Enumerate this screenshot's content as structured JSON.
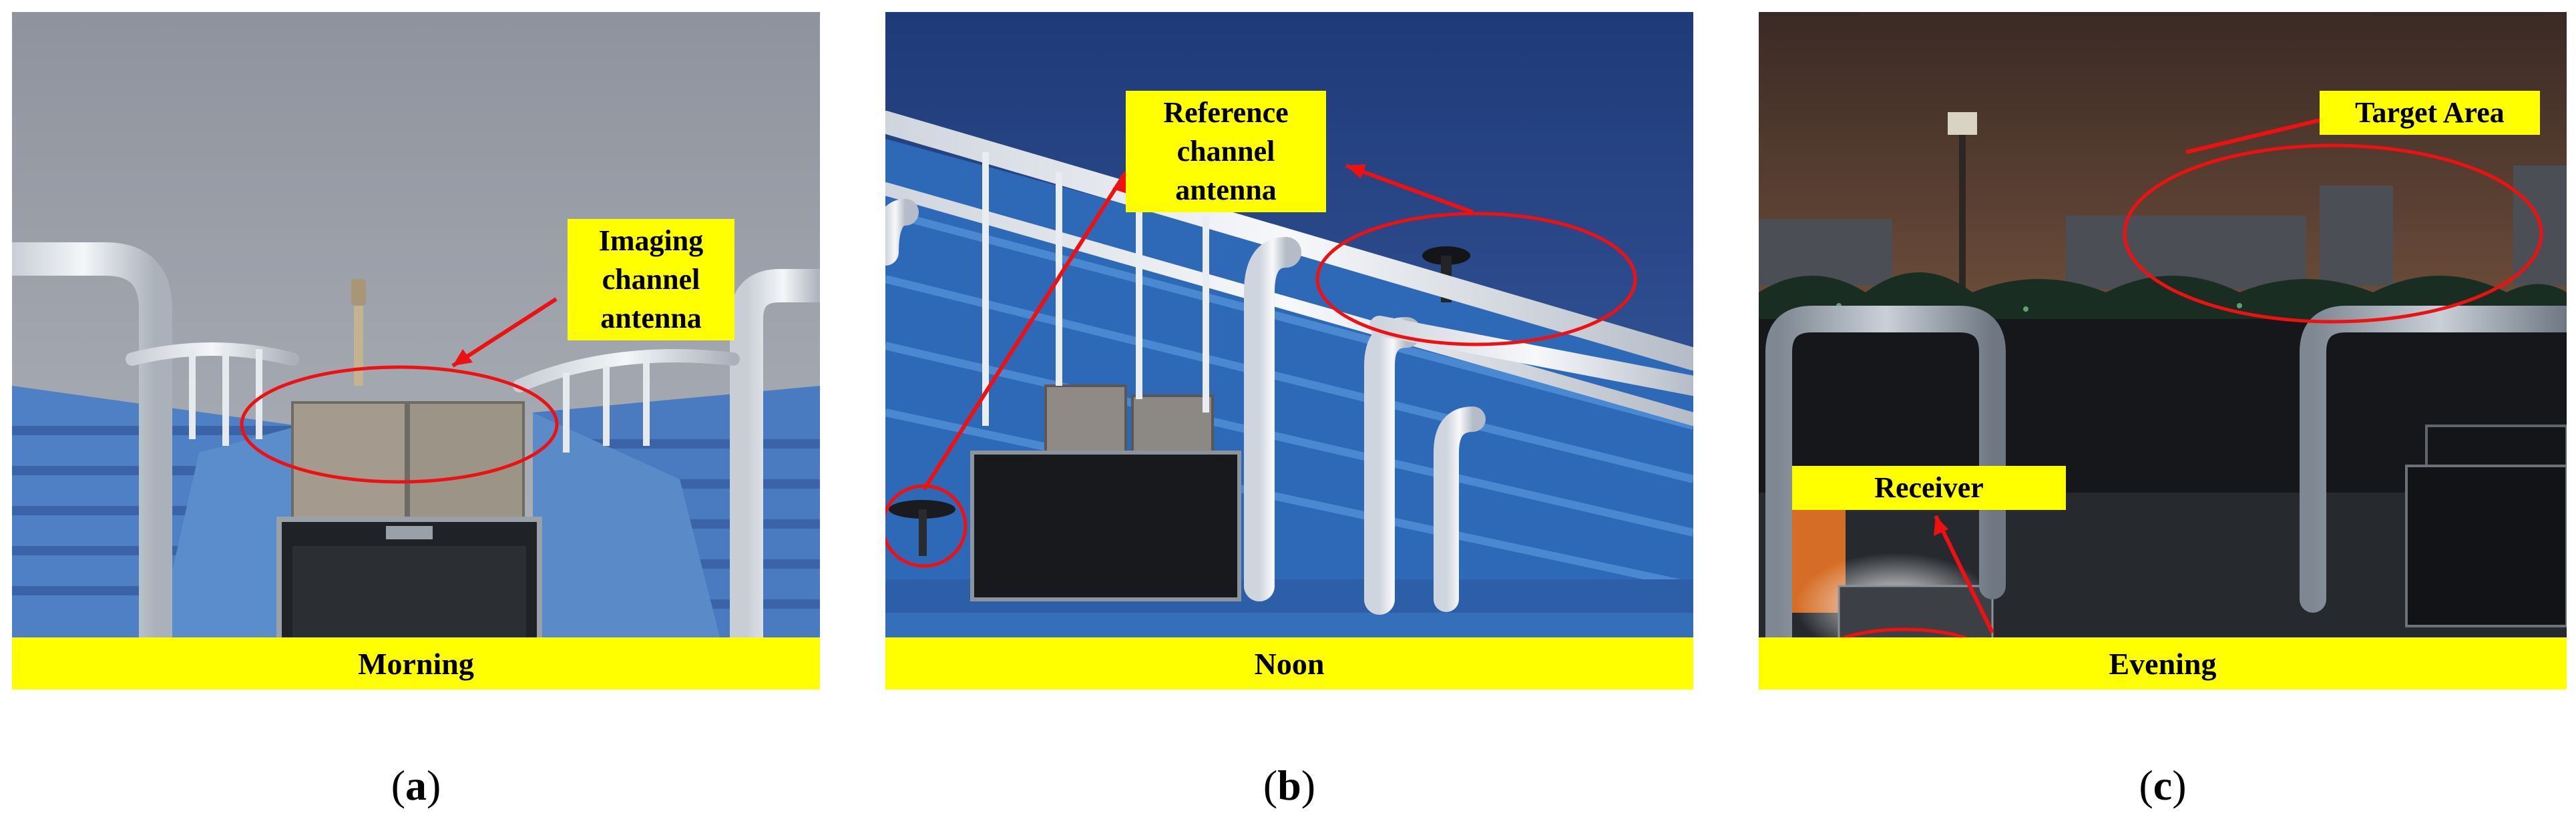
{
  "panels": [
    {
      "id": "a",
      "bar_label": "Morning",
      "annotation_lines": [
        "Imaging",
        "channel",
        "antenna"
      ],
      "caption_letter": "a"
    },
    {
      "id": "b",
      "bar_label": "Noon",
      "annotation_lines": [
        "Reference",
        "channel",
        "antenna"
      ],
      "caption_letter": "b"
    },
    {
      "id": "c",
      "bar_label": "Evening",
      "annotation_target": "Target Area",
      "annotation_receiver": "Receiver",
      "caption_letter": "c"
    }
  ],
  "colors": {
    "label_fill": "#ffff00",
    "annotation_red": "#ee1111"
  }
}
